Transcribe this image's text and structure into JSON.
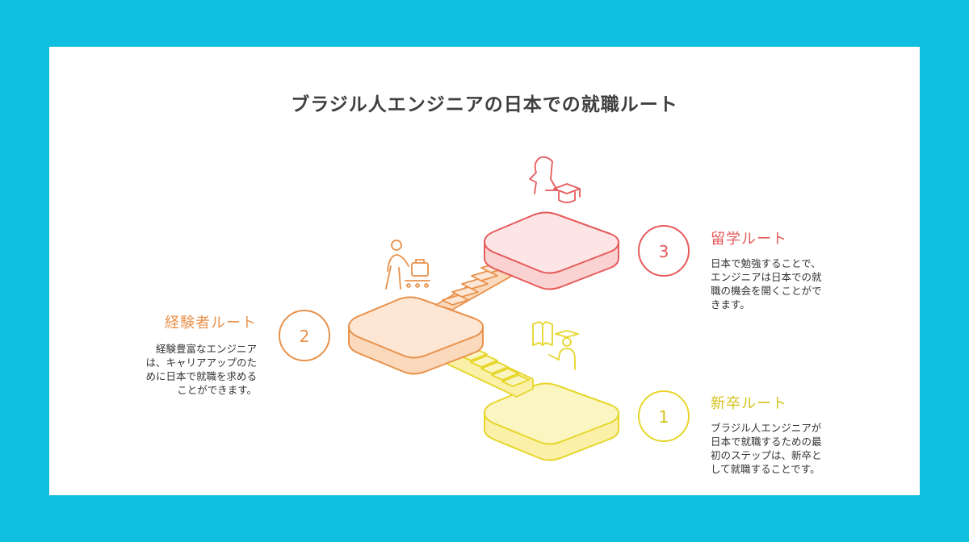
{
  "title": "ブラジル人エンジニアの日本での就職ルート",
  "routes": [
    {
      "number": "1",
      "title": "新卒ルート",
      "description": "ブラジル人エンジニアが\n日本で就職するための最\n初のステップは、新卒と\nして就職することです。",
      "color": "#e6d62a"
    },
    {
      "number": "2",
      "title": "経験者ルート",
      "description": "経験豊富なエンジニア\nは、キャリアアップのた\nめに日本で就職を求める\nことができます。",
      "color": "#e8914a"
    },
    {
      "number": "3",
      "title": "留学ルート",
      "description": "日本で勉強することで、\nエンジニアは日本での就\n職の機会を開くことがで\nきます。",
      "color": "#e55a5a"
    }
  ],
  "icons": [
    "graduate-with-document-icon",
    "worker-with-luggage-icon",
    "teacher-and-mortarboard-icon"
  ]
}
